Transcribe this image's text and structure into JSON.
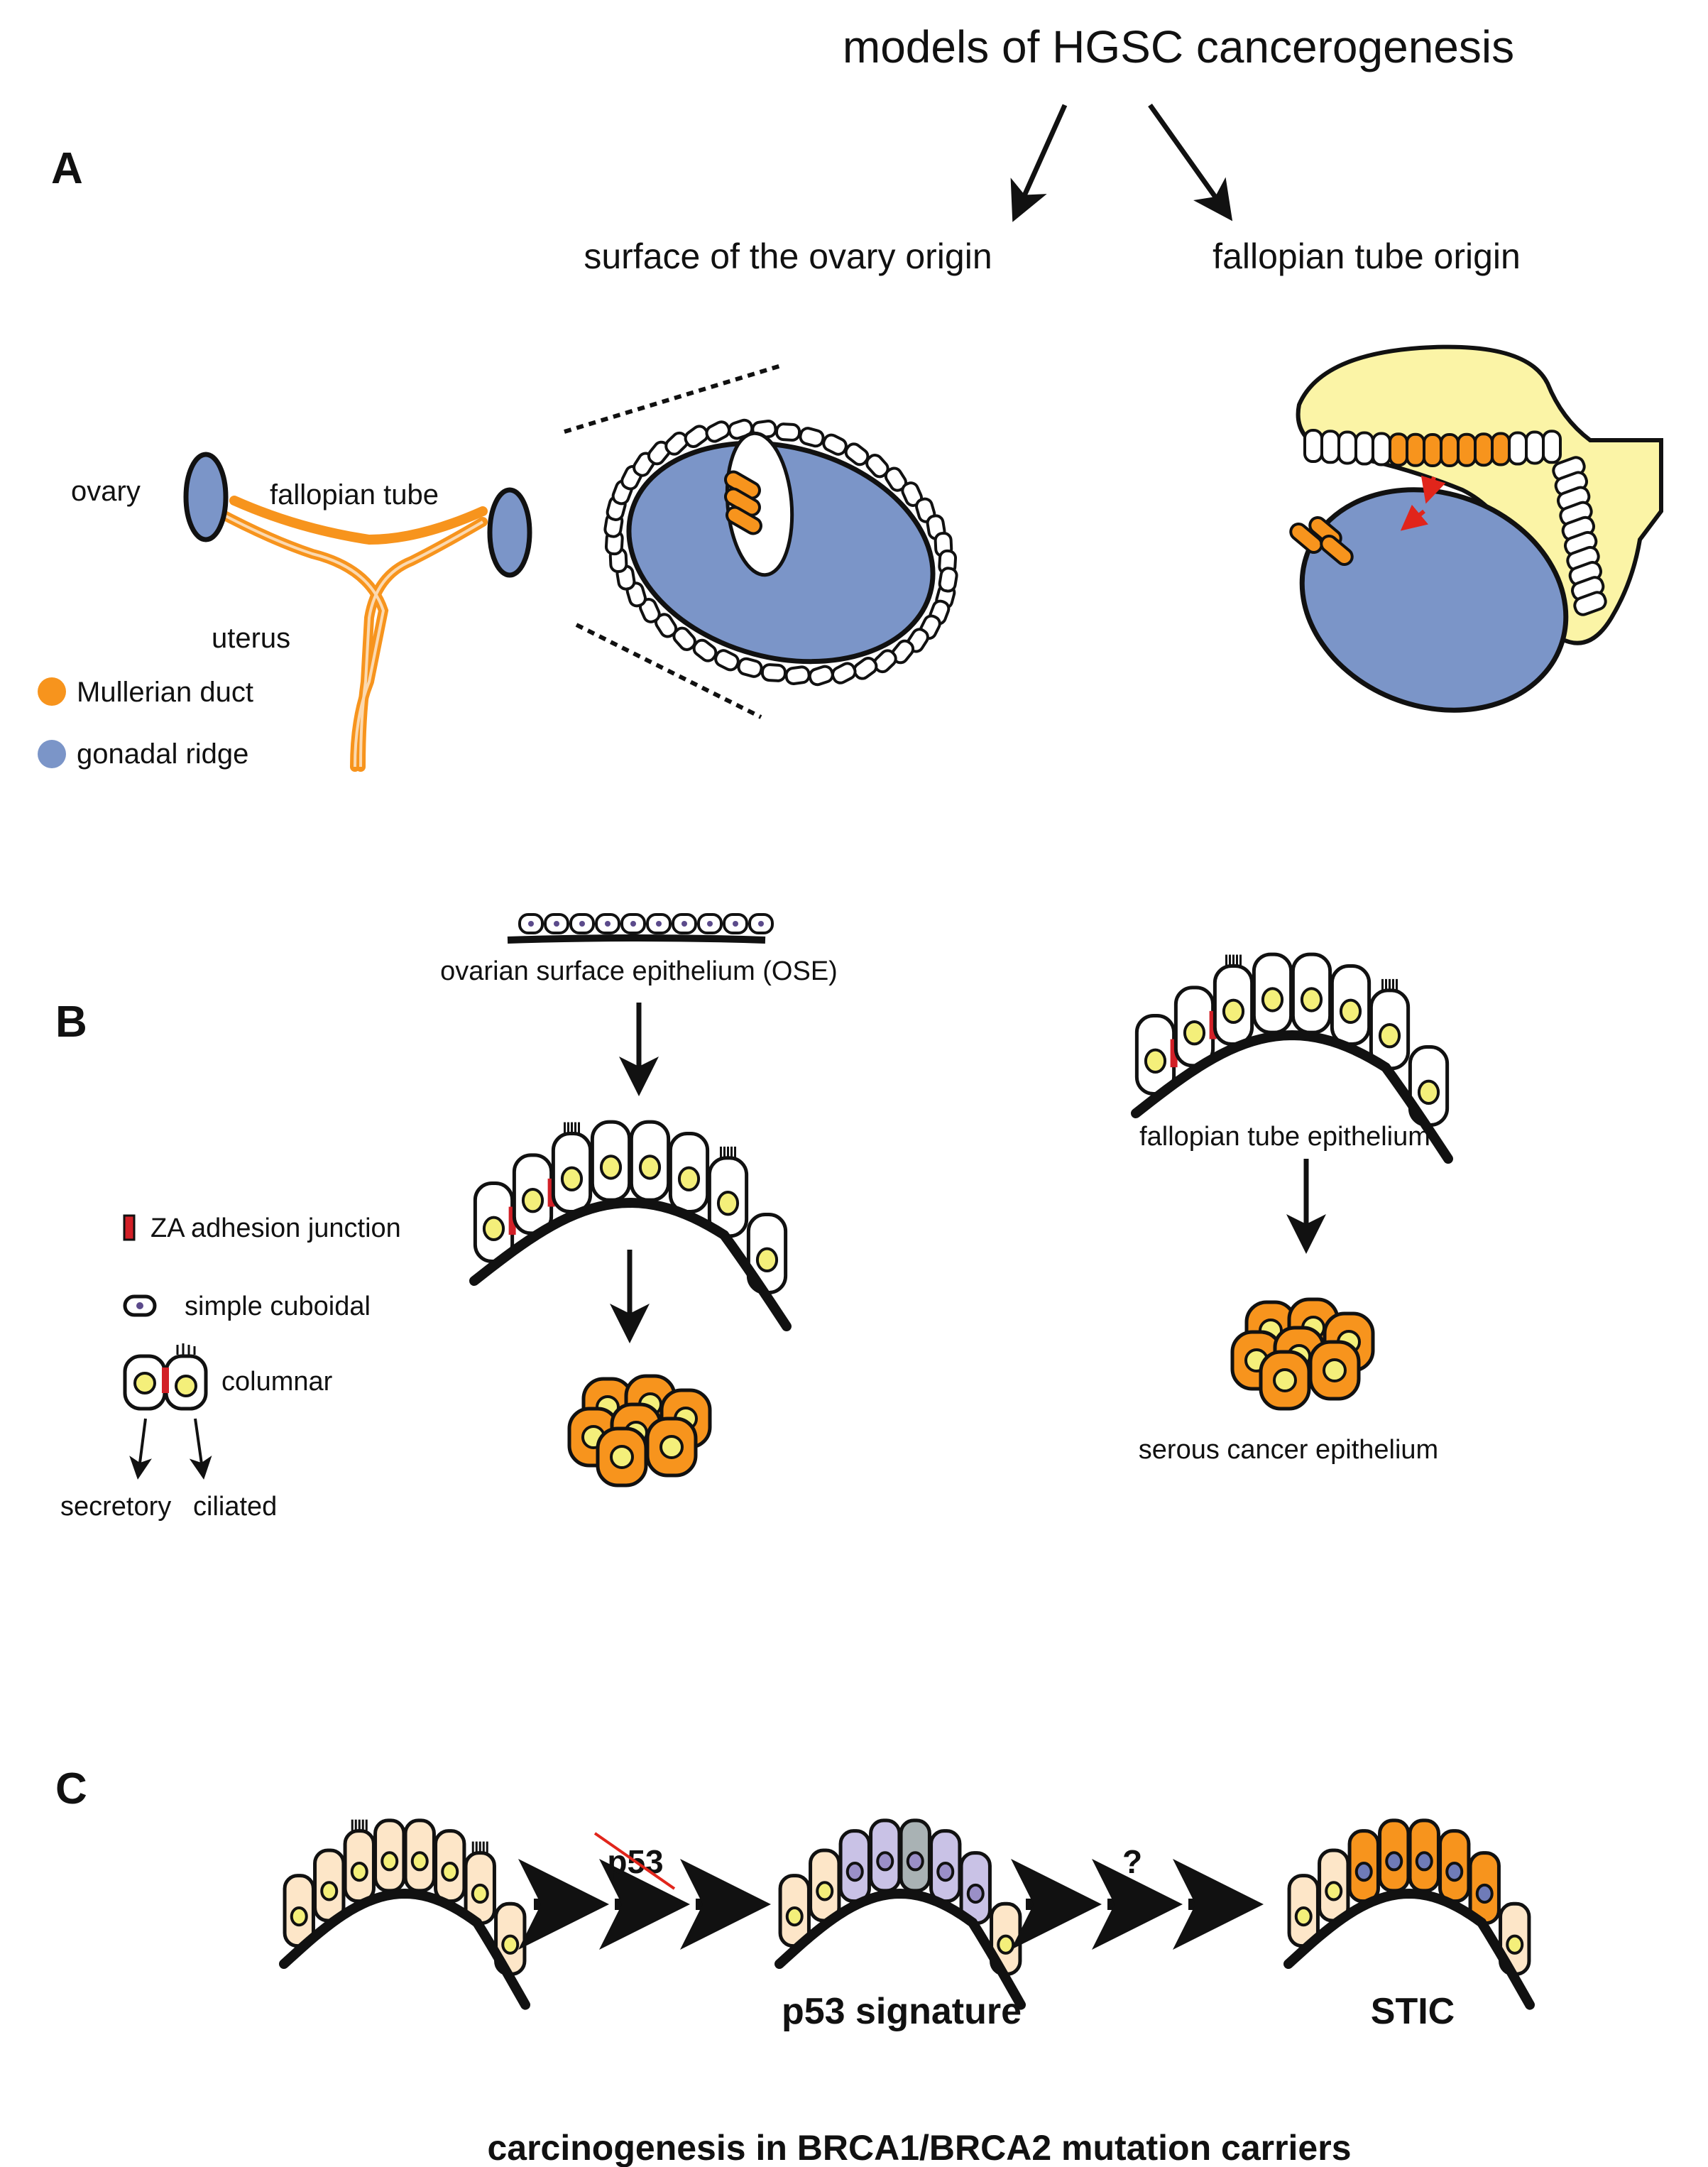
{
  "title": "models of  HGSC cancerogenesis",
  "panels": {
    "a": {
      "letter": "A",
      "branch_left": "surface of the ovary origin",
      "branch_right": "fallopian tube origin",
      "labels": {
        "ovary": "ovary",
        "fallopian_tube": "fallopian tube",
        "uterus": "uterus"
      },
      "legend": [
        {
          "label": "Mullerian duct",
          "color": "#f7941d"
        },
        {
          "label": "gonadal ridge",
          "color": "#7b95c8"
        }
      ]
    },
    "b": {
      "letter": "B",
      "ose_label": "ovarian surface epithelium (OSE)",
      "fte_label": "fallopian tube epithelium",
      "serous_label": "serous cancer epithelium",
      "legend": {
        "za": "ZA adhesion junction",
        "cuboidal": "simple cuboidal",
        "columnar": "columnar",
        "secretory": "secretory",
        "ciliated": "ciliated"
      }
    },
    "c": {
      "letter": "C",
      "p53_mark": "p53",
      "question": "?",
      "p53_signature": "p53 signature",
      "stic": "STIC",
      "caption": "carcinogenesis in BRCA1/BRCA2 mutation carriers"
    }
  },
  "colors": {
    "orange": "#f7941d",
    "blue": "#7b95c8",
    "yellow": "#fbf4a6",
    "nucleus": "#f4ef7a",
    "peach": "#fde6c8",
    "lavender": "#c9c2e6",
    "grey": "#a9b2b4",
    "red": "#e1251b",
    "junction": "#d22027"
  }
}
